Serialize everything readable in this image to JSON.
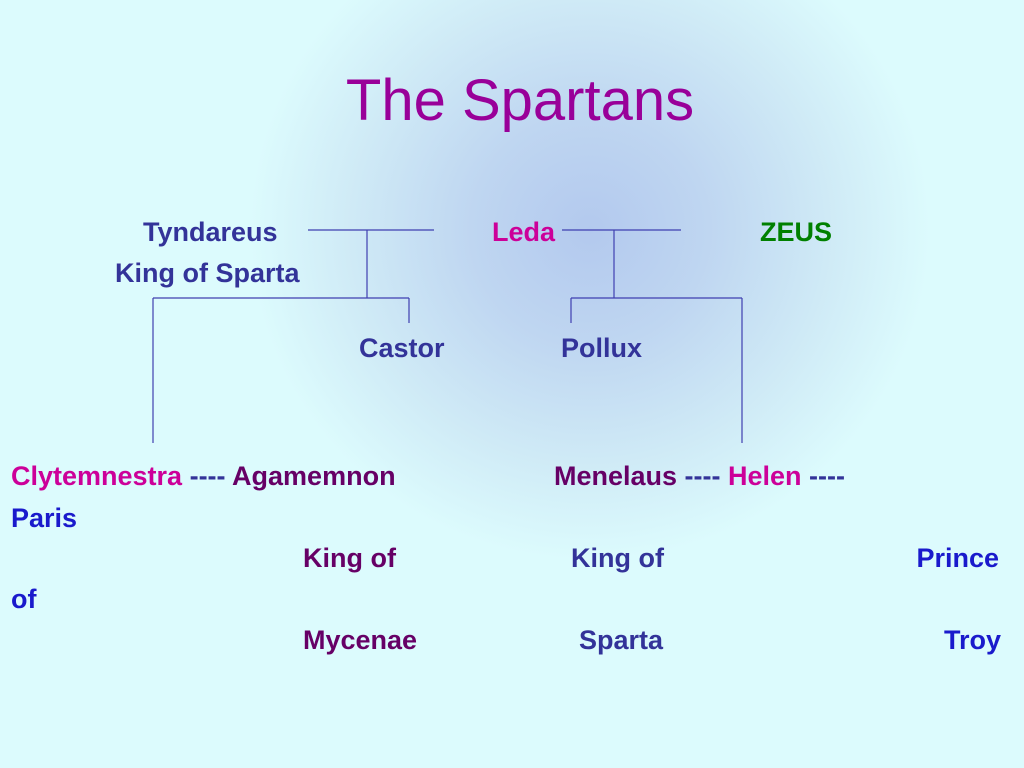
{
  "title": "The Spartans",
  "people": {
    "tyndareus": "Tyndareus",
    "tyndareus_title": "King of Sparta",
    "leda": "Leda",
    "zeus": "ZEUS",
    "castor": "Castor",
    "pollux": "Pollux",
    "clytemnestra": "Clytemnestra",
    "agamemnon": "Agamemnon",
    "menelaus": "Menelaus",
    "helen": "Helen",
    "paris": "Paris"
  },
  "connectors": {
    "clyt_agam": " ---- ",
    "men_helen": " ---- ",
    "helen_paris": " ----"
  },
  "titles": {
    "agamemnon_line1": "King of",
    "agamemnon_line2": "Mycenae",
    "menelaus_line1": "King of",
    "menelaus_line2": "Sparta",
    "paris_line1": "Prince",
    "paris_line1b": "of",
    "paris_line2": "Troy"
  },
  "colors": {
    "title": "#990099",
    "navy": "#333399",
    "magenta": "#cc0099",
    "green": "#008000",
    "purple": "#660066",
    "blue": "#1a1acc",
    "line": "#3f3fb0"
  }
}
